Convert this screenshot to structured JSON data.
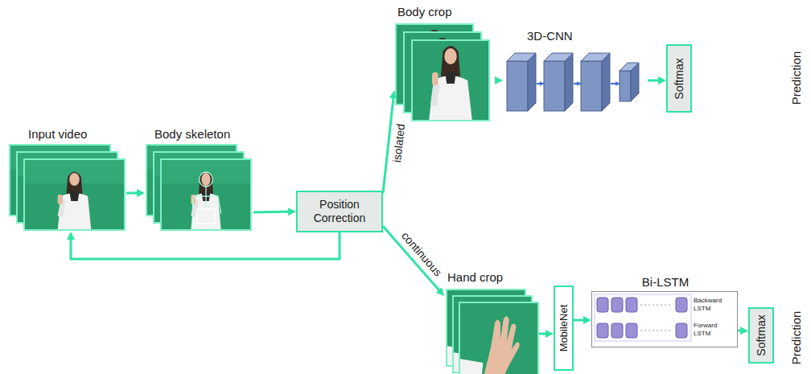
{
  "diagram": {
    "nodes": [
      {
        "text": [
          "Input video"
        ]
      },
      {
        "text": [
          "Body skeleton"
        ]
      },
      {
        "text": [
          "Position Correction"
        ]
      },
      {
        "text": [
          "Body crop"
        ]
      },
      {
        "text": [
          "3D-CNN"
        ]
      },
      {
        "text": [
          "Softmax"
        ]
      },
      {
        "text": [
          "Hand crop"
        ]
      },
      {
        "text": [
          "MobileNet"
        ]
      },
      {
        "text": [
          "Bi-LSTM",
          "Backward LSTM",
          "Forward LSTM"
        ]
      },
      {
        "text": [
          "Softmax"
        ]
      }
    ],
    "edges": [
      {
        "from": 0,
        "to": 1,
        "arrow": "to"
      },
      {
        "from": 1,
        "to": 2,
        "arrow": "to"
      },
      {
        "from": 2,
        "to": 0,
        "arrow": "to"
      },
      {
        "from": 2,
        "to": 3,
        "label": "isolated",
        "arrow": "to"
      },
      {
        "from": 3,
        "to": 4,
        "arrow": "to"
      },
      {
        "from": 4,
        "to": 5,
        "arrow": "to"
      },
      {
        "from": 2,
        "to": 6,
        "label": "continuous",
        "arrow": "to"
      },
      {
        "from": 6,
        "to": 7,
        "arrow": "to"
      },
      {
        "from": 7,
        "to": 8,
        "arrow": "to"
      },
      {
        "from": 8,
        "to": 9,
        "arrow": "to"
      }
    ],
    "labels": [
      "Prediction",
      "Prediction"
    ]
  }
}
